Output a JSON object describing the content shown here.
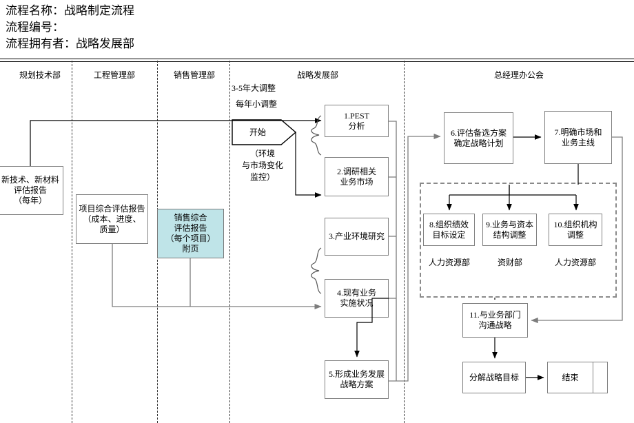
{
  "header": {
    "line1": "流程名称：战略制定流程",
    "line2": "流程编号：",
    "line3": "流程拥有者：战略发展部"
  },
  "lanes": [
    {
      "id": "planning-tech",
      "label": "规划技术部"
    },
    {
      "id": "engineering-mgmt",
      "label": "工程管理部"
    },
    {
      "id": "sales-mgmt",
      "label": "销售管理部"
    },
    {
      "id": "strategy-dev",
      "label": "战略发展部"
    },
    {
      "id": "gm-office",
      "label": "总经理办公会"
    }
  ],
  "annotations": {
    "cycle_major": "3-5年大调整",
    "cycle_minor": "每年小调整",
    "start_note_l1": "（环境",
    "start_note_l2": "与市场变化",
    "start_note_l3": "监控）"
  },
  "nodes": {
    "start": {
      "label": "开始"
    },
    "doc_new_tech": {
      "l1": "新技术、新材料",
      "l2": "评估报告",
      "l3": "（每年）"
    },
    "doc_project_eval": {
      "l1": "项目综合评估报告",
      "l2": "（成本、进度、",
      "l3": "质量）"
    },
    "doc_sales_eval": {
      "l1": "销售综合",
      "l2": "评估报告",
      "l3": "（每个项目）",
      "l4": "附页"
    },
    "step1": {
      "l1": "1.PEST",
      "l2": "分析"
    },
    "step2": {
      "l1": "2.调研相关",
      "l2": "业务市场"
    },
    "step3": {
      "l1": "3.产业环境研究",
      "l2": ""
    },
    "step4": {
      "l1": "4.现有业务",
      "l2": "实施状况"
    },
    "step5": {
      "l1": "5.形成业务发展",
      "l2": "战略方案"
    },
    "step6": {
      "l1": "6.评估备选方案",
      "l2": "确定战略计划"
    },
    "step7": {
      "l1": "7.明确市场和",
      "l2": "业务主线"
    },
    "step8": {
      "l1": "8.组织绩效",
      "l2": "目标设定"
    },
    "step9": {
      "l1": "9.业务与资本",
      "l2": "结构调整"
    },
    "step10": {
      "l1": "10.组织机构",
      "l2": "调整"
    },
    "step11": {
      "l1": "11.与业务部门",
      "l2": "沟通战略"
    },
    "decompose": {
      "label": "分解战略目标"
    },
    "end": {
      "label": "结束"
    }
  },
  "owner_labels": {
    "hr_left": "人力资源部",
    "finance": "资财部",
    "hr_right": "人力资源部"
  },
  "colors": {
    "highlight_fill": "#bfe4e8",
    "box_border": "#808080",
    "wire_black": "#000000",
    "wire_gray": "#7d7d7d",
    "group_dash": "#8a8a8a"
  }
}
